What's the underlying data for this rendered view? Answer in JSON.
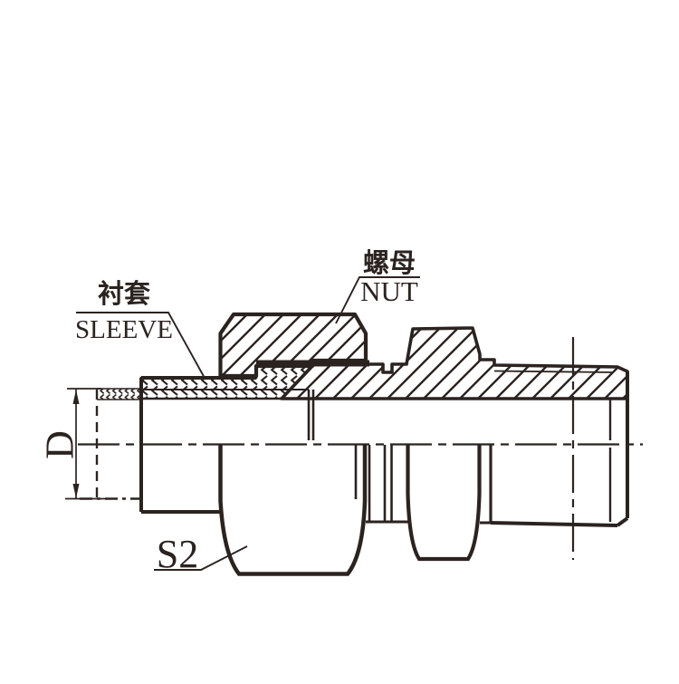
{
  "drawing": {
    "background": "#ffffff",
    "ink_color": "#2b2320",
    "callouts": {
      "sleeve": {
        "zh": "衬套",
        "en": "SLEEVE"
      },
      "nut": {
        "zh": "螺母",
        "en": "NUT"
      }
    },
    "dimensions": {
      "tube_diameter": "D",
      "wrench_flats": "S2"
    }
  }
}
